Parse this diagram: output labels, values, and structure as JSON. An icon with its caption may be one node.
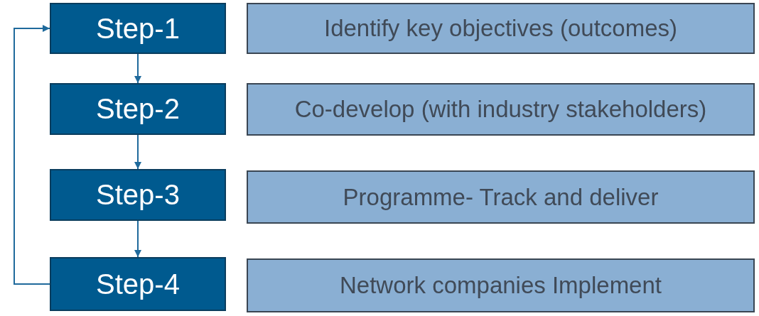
{
  "diagram": {
    "nodes": [
      {
        "text": [
          "Step-1"
        ]
      },
      {
        "text": [
          "Identify key objectives (outcomes)"
        ]
      },
      {
        "text": [
          "Step-2"
        ]
      },
      {
        "text": [
          "Co-develop (with industry stakeholders)"
        ]
      },
      {
        "text": [
          "Step-3"
        ]
      },
      {
        "text": [
          "Programme- Track and deliver"
        ]
      },
      {
        "text": [
          "Step-4"
        ]
      },
      {
        "text": [
          "Network companies Implement"
        ]
      }
    ],
    "edges": [
      {
        "from": 0,
        "to": 2,
        "arrow": "to"
      },
      {
        "from": 2,
        "to": 4,
        "arrow": "to"
      },
      {
        "from": 4,
        "to": 6,
        "arrow": "to"
      },
      {
        "from": 6,
        "to": 0,
        "arrow": "to"
      }
    ]
  }
}
